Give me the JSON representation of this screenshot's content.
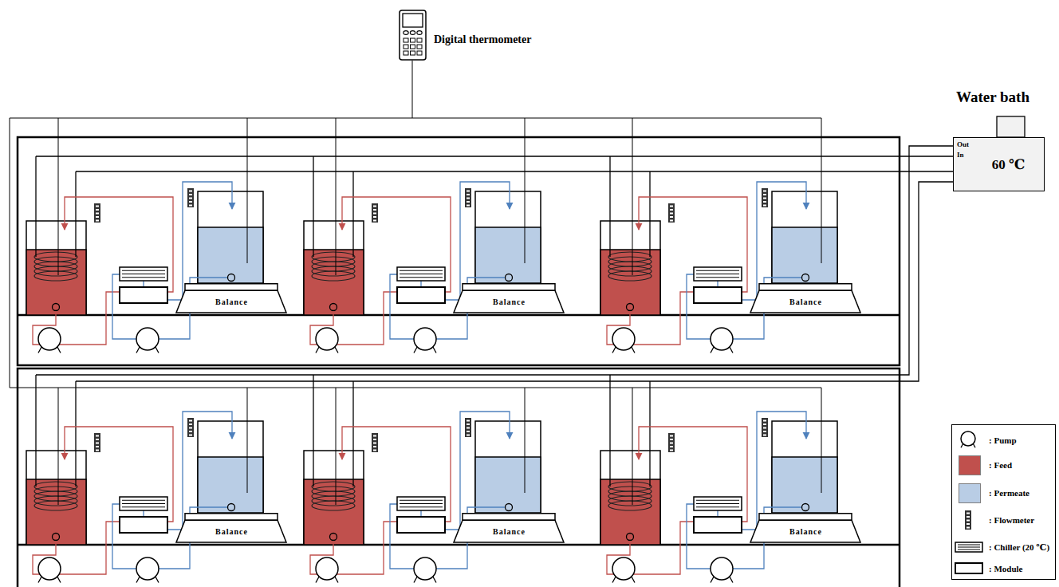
{
  "diagram": {
    "nodes": [
      {
        "text": [
          "Digital thermometer"
        ]
      },
      {
        "text": [
          "Water bath",
          "Out",
          "In",
          "60 ℃"
        ]
      },
      {
        "text": [
          "Balance"
        ]
      },
      {
        "text": [
          "Balance"
        ]
      },
      {
        "text": [
          "Balance"
        ]
      },
      {
        "text": [
          "Balance"
        ]
      },
      {
        "text": [
          "Balance"
        ]
      },
      {
        "text": [
          "Balance"
        ]
      }
    ],
    "legend": [
      {
        "text": ": Pump"
      },
      {
        "text": ": Feed",
        "color": "#c0504d"
      },
      {
        "text": ": Permeate",
        "color": "#b9cde5"
      },
      {
        "text": ": Flowmeter"
      },
      {
        "text": ": Chiller (20 ℃)"
      },
      {
        "text": ": Module"
      }
    ]
  }
}
